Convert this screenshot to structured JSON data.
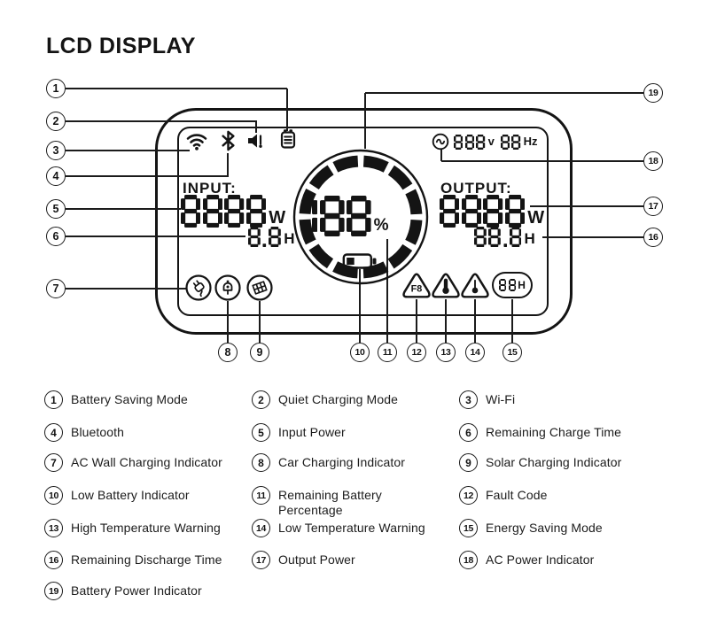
{
  "title": "LCD DISPLAY",
  "display": {
    "input_label": "INPUT:",
    "output_label": "OUTPUT:",
    "input_power": "8888",
    "input_power_unit": "W",
    "input_time": "8.8",
    "input_time_unit": "H",
    "output_power": "8888",
    "output_power_unit": "W",
    "output_time": "88.8",
    "output_time_unit": "H",
    "battery_percent": "188",
    "battery_percent_unit": "%",
    "ac_voltage": "888",
    "ac_voltage_unit": "v",
    "ac_freq": "88",
    "ac_freq_unit": "Hz",
    "fault_code": "F8",
    "energy_saving_digits": "88",
    "energy_saving_unit": "H"
  },
  "legend": {
    "items": [
      {
        "num": "1",
        "label": "Battery Saving Mode"
      },
      {
        "num": "2",
        "label": "Quiet Charging Mode"
      },
      {
        "num": "3",
        "label": "Wi-Fi"
      },
      {
        "num": "4",
        "label": "Bluetooth"
      },
      {
        "num": "5",
        "label": "Input Power"
      },
      {
        "num": "6",
        "label": "Remaining Charge Time"
      },
      {
        "num": "7",
        "label": "AC Wall Charging Indicator"
      },
      {
        "num": "8",
        "label": "Car Charging Indicator"
      },
      {
        "num": "9",
        "label": "Solar Charging Indicator"
      },
      {
        "num": "10",
        "label": "Low Battery Indicator"
      },
      {
        "num": "11",
        "label": "Remaining Battery Percentage"
      },
      {
        "num": "12",
        "label": "Fault Code"
      },
      {
        "num": "13",
        "label": "High Temperature Warning"
      },
      {
        "num": "14",
        "label": "Low Temperature Warning"
      },
      {
        "num": "15",
        "label": "Energy Saving Mode"
      },
      {
        "num": "16",
        "label": "Remaining Discharge Time"
      },
      {
        "num": "17",
        "label": "Output Power"
      },
      {
        "num": "18",
        "label": "AC Power Indicator"
      },
      {
        "num": "19",
        "label": "Battery Power Indicator"
      }
    ]
  },
  "colors": {
    "ink": "#141414",
    "bg": "#ffffff"
  }
}
